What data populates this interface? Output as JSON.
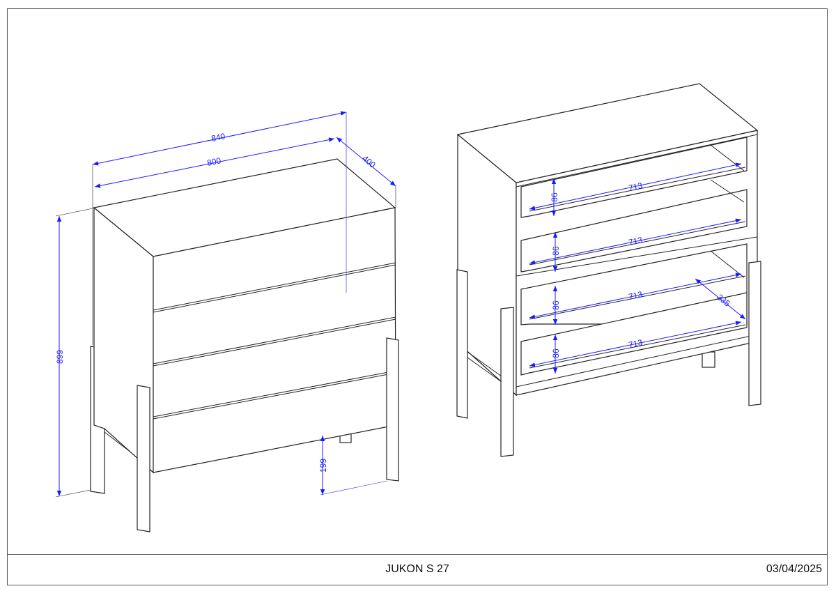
{
  "title_block": {
    "product_name": "JUKON S 27",
    "date": "03/04/2025"
  },
  "dimensions": {
    "overall_width": "840",
    "top_width": "800",
    "depth": "400",
    "height": "899",
    "leg_clearance": "199",
    "drawer_inner_width": [
      "713",
      "713",
      "713",
      "713"
    ],
    "drawer_inner_height": [
      "86",
      "86",
      "86",
      "86"
    ],
    "drawer_inner_depth": "335"
  },
  "colors": {
    "dimension": "#1a1aff",
    "line": "#222222"
  }
}
